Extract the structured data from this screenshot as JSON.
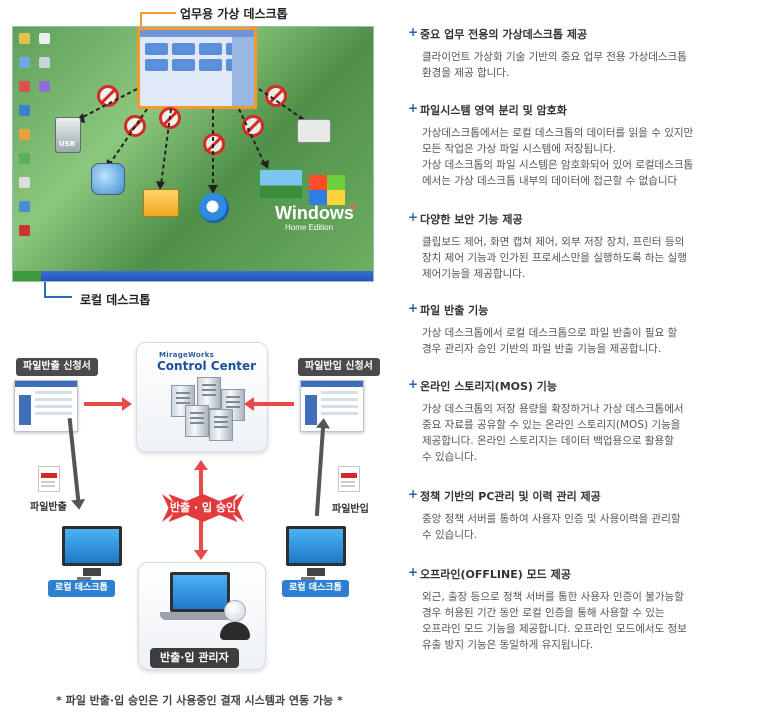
{
  "top_diagram": {
    "virtual_label": "업무용 가상 데스크톱",
    "local_label": "로컬 데스크톱",
    "windows_text": "Windows",
    "windows_xp": "xp",
    "home_edition": "Home Edition",
    "usb_text": "USB"
  },
  "bottom_diagram": {
    "control_center_small": "MirageWorks",
    "control_center_big": "Control Center",
    "export_form": "파일반출 신청서",
    "import_form": "파일반입 신청서",
    "file_export": "파일반출",
    "file_import": "파일반입",
    "approval": "반출 · 입 승인",
    "local_left": "로컬 데스크톱",
    "local_right": "로컬 데스크톱",
    "admin": "반출·입 관리자",
    "footnote": "* 파일 반출·입 승인은 기 사용중인 결재 시스템과 연동 가능 *"
  },
  "features": [
    {
      "title": "중요 업무 전용의 가상데스크톱 제공",
      "lines": [
        "클라이언트 가상화 기술 기반의 중요 업무 전용 가상데스크톱",
        "환경을 제공 합니다."
      ]
    },
    {
      "title": "파일시스템 영역 분리 및 암호화",
      "lines": [
        "가상데스크톱에서는 로컬 데스크톱의 데이터를 읽을 수 있지만",
        "모든 작업은 가상 파일 시스템에 저장됩니다.",
        "가상 데스크톱의 파일 시스템은 암호화되어 있어 로컬데스크톱",
        "에서는 가상 데스크톱 내부의 데이터에 접근할 수 없습니다"
      ]
    },
    {
      "title": "다양한 보안 기능 제공",
      "lines": [
        "클립보드 제어, 화면 캡쳐 제어, 외부 저장 장치, 프린터 등의",
        "장치 제어 기능과 인가된 프로세스만을 실행하도록 하는 실행",
        "제어기능을 제공합니다."
      ]
    },
    {
      "title": "파일 반출 기능",
      "lines": [
        "가상 데스크톱에서 로컬 데스크톱으로 파일 반출이 필요 할",
        "경우 관리자 승인 기반의 파일 반출 기능을 제공합니다."
      ]
    },
    {
      "title": "온라인 스토리지(MOS) 기능",
      "lines": [
        "가상 데스크톱의 저장 용량을 확장하거나 가상 데스크톱에서",
        "중요 자료를 공유할 수 있는 온라인 스토리지(MOS) 기능을",
        "제공합니다. 온라인 스토리지는 데이터 백업용으로 활용할",
        "수 있습니다."
      ]
    },
    {
      "title": "정책 기반의 PC관리 및 이력 관리 제공",
      "lines": [
        "중앙 정책 서버를 통하여 사용자 인증 및 사용이력을 관리할",
        "수 있습니다."
      ]
    },
    {
      "title": "오프라인(OFFLINE) 모드 제공",
      "lines": [
        "외근, 출장 등으로 정책 서버를 통한 사용자 인증이 불가능할",
        "경우 허용된 기간 동안 로컬 인증을 통해 사용할 수 있는",
        "오프라인 모드 기능을 제공합니다. 오프라인 모드에서도 정보",
        "유출 방지 기능은 동일하게 유지됩니다."
      ]
    }
  ]
}
